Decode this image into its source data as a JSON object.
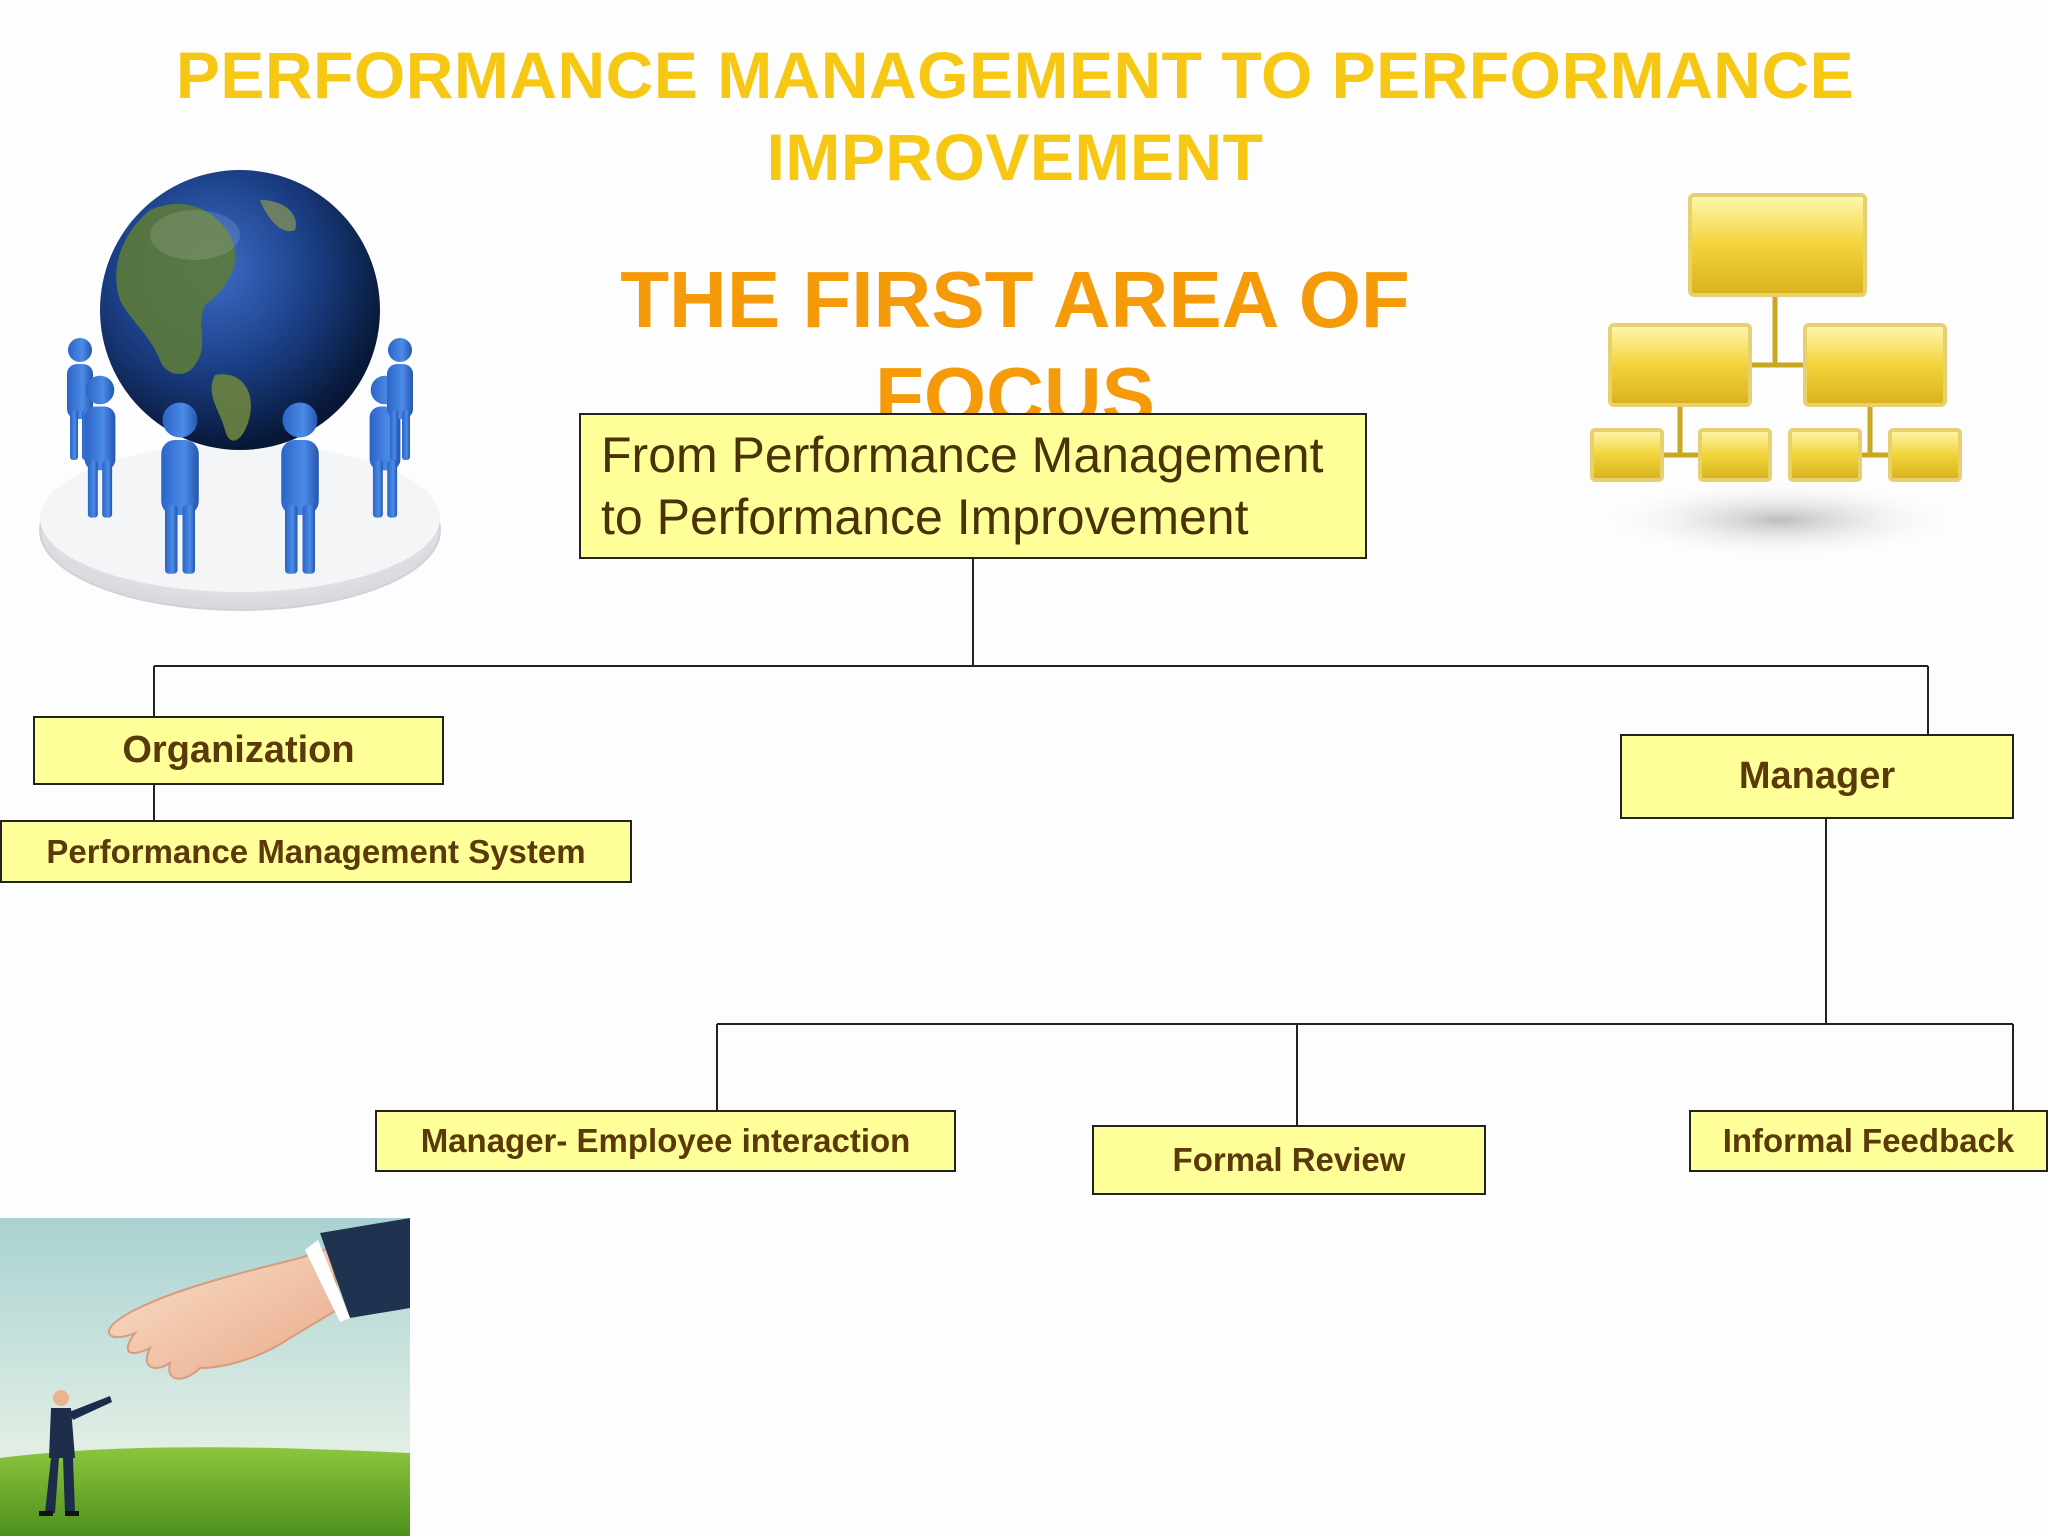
{
  "slide": {
    "title": "PERFORMANCE MANAGEMENT TO PERFORMANCE IMPROVEMENT",
    "subtitle": "THE FIRST AREA OF FOCUS"
  },
  "diagram": {
    "root": "From Performance Management to Performance Improvement",
    "branches": {
      "organization": {
        "label": "Organization",
        "child": "Performance Management System"
      },
      "manager": {
        "label": "Manager",
        "children": [
          "Manager- Employee interaction",
          "Formal Review",
          "Informal Feedback"
        ]
      }
    }
  },
  "images": {
    "globe": "globe-with-people-icon",
    "org_chart": "org-chart-icon",
    "handshake": "helping-hand-illustration"
  },
  "colors": {
    "title": "#f7c813",
    "subtitle": "#f59b0a",
    "box_fill": "#ffff99",
    "box_text": "#5a3a0a",
    "connector": "#222222"
  }
}
